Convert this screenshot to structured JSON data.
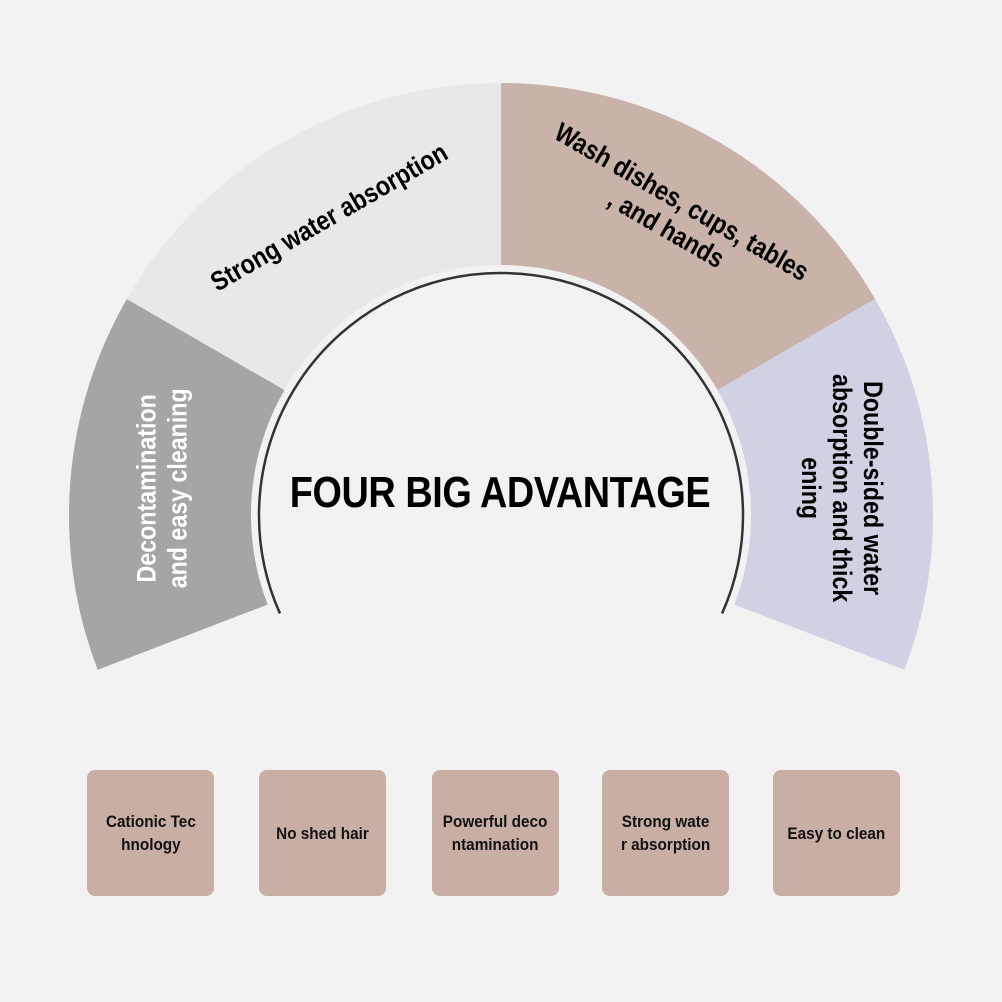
{
  "title": "FOUR BIG ADVANTAGE",
  "segments": [
    {
      "id": "decontamination",
      "lines": [
        "Decontamination",
        "and easy cleaning"
      ],
      "fill": "#a5a5a5",
      "text_color": "#ffffff"
    },
    {
      "id": "water-absorption",
      "lines": [
        "Strong water absorption"
      ],
      "fill": "#e8e8e8",
      "text_color": "#000000"
    },
    {
      "id": "wash",
      "lines": [
        "Wash dishes, cups, tables",
        ", and hands"
      ],
      "fill": "#c9b2aa",
      "text_color": "#000000"
    },
    {
      "id": "double-sided",
      "lines": [
        "Double-sided water",
        "absorption and thick",
        "ening"
      ],
      "fill": "#d0d2e4",
      "text_color": "#000000"
    }
  ],
  "cards": [
    {
      "label": "Cationic Tec\nhnology"
    },
    {
      "label": "No shed hair"
    },
    {
      "label": "Powerful deco\nntamination"
    },
    {
      "label": "Strong wate\nr absorption"
    },
    {
      "label": "Easy to clean"
    }
  ],
  "colors": {
    "background": "#f2f2f2",
    "card": "#c8aea4",
    "inner_ring": "#333333"
  }
}
